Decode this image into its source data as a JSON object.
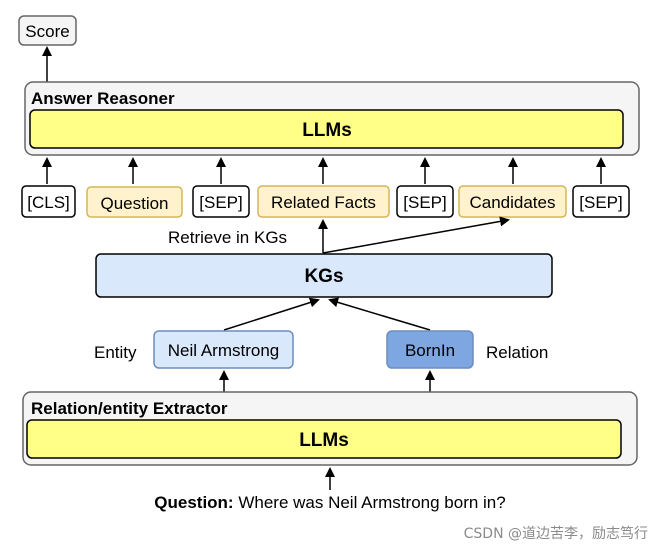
{
  "score_label": "Score",
  "answer_reasoner": {
    "title": "Answer Reasoner",
    "llm_label": "LLMs"
  },
  "tokens": {
    "cls": "[CLS]",
    "question": "Question",
    "sep1": "[SEP]",
    "related_facts": "Related Facts",
    "sep2": "[SEP]",
    "candidates": "Candidates",
    "sep3": "[SEP]"
  },
  "retrieve_label": "Retrieve in KGs",
  "kgs_label": "KGs",
  "entity": {
    "label": "Entity",
    "value": "Neil Armstrong"
  },
  "relation": {
    "label": "Relation",
    "value": "BornIn"
  },
  "extractor": {
    "title": "Relation/entity Extractor",
    "llm_label": "LLMs"
  },
  "question": {
    "prefix": "Question:",
    "text": " Where was Neil Armstrong born in?"
  },
  "watermark": "CSDN @道边苦李，励志笃行",
  "colors": {
    "llm_fill": "#ffff88",
    "kg_fill": "#dae8fc",
    "kg_stroke": "#6c8ebf",
    "token_fill": "#fff2cc",
    "token_stroke": "#d6b656",
    "relation_fill": "#7ea6e0",
    "panel_fill": "#f5f5f5",
    "panel_stroke": "#666666"
  }
}
